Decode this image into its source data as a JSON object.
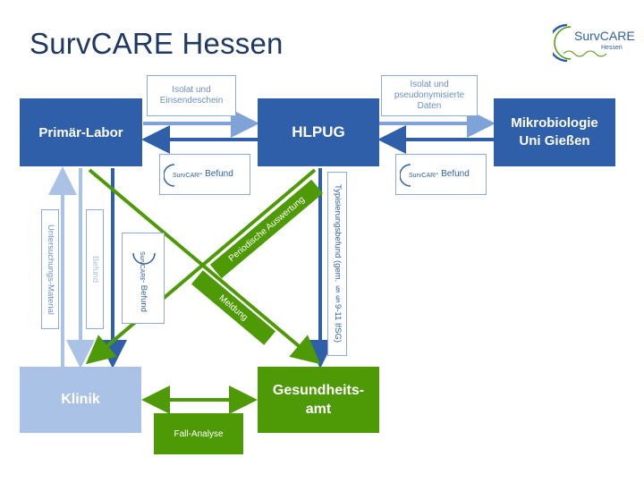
{
  "title": "SurvCARE Hessen",
  "logo": {
    "name": "SurvCARE",
    "sub": "Hessen"
  },
  "nodes": {
    "primaer_labor": "Primär-Labor",
    "hlpug": "HLPUG",
    "mikrobiologie": "Mikrobiologie\nUni Gießen",
    "klinik": "Klinik",
    "gesundheitsamt": "Gesundheits-\namt"
  },
  "labels": {
    "isolat_einsendeschein": "Isolat und\nEinsendeschein",
    "isolat_pseudonym": "Isolat und\npseudonymisierte\nDaten",
    "befund_1": "- Befund",
    "befund_2": "- Befund",
    "befund_3": "- Befund",
    "untersuchungs_material": "Untersuchungs-Material",
    "befund_vertical": "Befund",
    "typisierungsbefund": "Typisierungsbefund (gem. §§9-11 IfSG)",
    "periodische_auswertung": "Periodische Auswertung",
    "meldung": "Meldung",
    "fall_analyse": "Fall-Analyse"
  },
  "colors": {
    "title": "#1f3864",
    "dark_blue": "#2f5fa8",
    "light_blue": "#a9c2e6",
    "mid_blue": "#7fa3d9",
    "green": "#4e9a06"
  }
}
